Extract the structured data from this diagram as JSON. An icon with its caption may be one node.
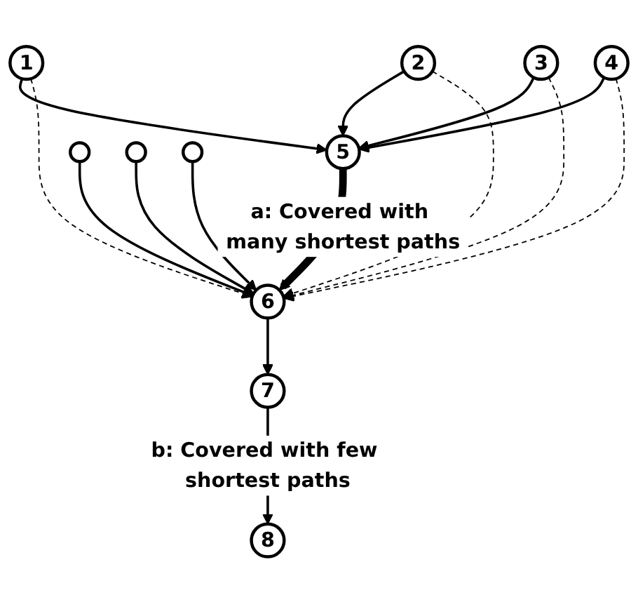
{
  "diagram": {
    "nodes": [
      {
        "text": [
          "1"
        ]
      },
      {
        "text": [
          "2"
        ]
      },
      {
        "text": [
          "3"
        ]
      },
      {
        "text": [
          "4"
        ]
      },
      {
        "text": [
          "5"
        ]
      },
      {
        "text": [
          "6"
        ]
      },
      {
        "text": [
          "7"
        ]
      },
      {
        "text": [],
        "shape": "circle"
      },
      {
        "text": [],
        "shape": "circle"
      },
      {
        "text": [],
        "shape": "circle"
      },
      {
        "text": [
          "8"
        ]
      }
    ],
    "edges": [
      {
        "from": 0,
        "to": 4,
        "arrow": "to"
      },
      {
        "from": 1,
        "to": 4,
        "arrow": "to"
      },
      {
        "from": 2,
        "to": 4,
        "arrow": "to"
      },
      {
        "from": 3,
        "to": 4,
        "arrow": "to"
      },
      {
        "from": 0,
        "to": 5,
        "arrow": "to",
        "style": "dashed"
      },
      {
        "from": 1,
        "to": 5,
        "arrow": "to",
        "style": "dashed"
      },
      {
        "from": 2,
        "to": 5,
        "arrow": "to",
        "style": "dashed"
      },
      {
        "from": 3,
        "to": 5,
        "arrow": "to",
        "style": "dashed"
      },
      {
        "from": 4,
        "to": 5,
        "arrow": "to",
        "label": "a: Covered with many shortest paths",
        "style": "thick"
      },
      {
        "from": 7,
        "to": 5,
        "arrow": "to"
      },
      {
        "from": 8,
        "to": 5,
        "arrow": "to"
      },
      {
        "from": 9,
        "to": 5,
        "arrow": "to"
      },
      {
        "from": 5,
        "to": 6,
        "arrow": "to"
      },
      {
        "from": 6,
        "to": 10,
        "arrow": "to",
        "label": "b: Covered with few shortest paths"
      }
    ]
  }
}
